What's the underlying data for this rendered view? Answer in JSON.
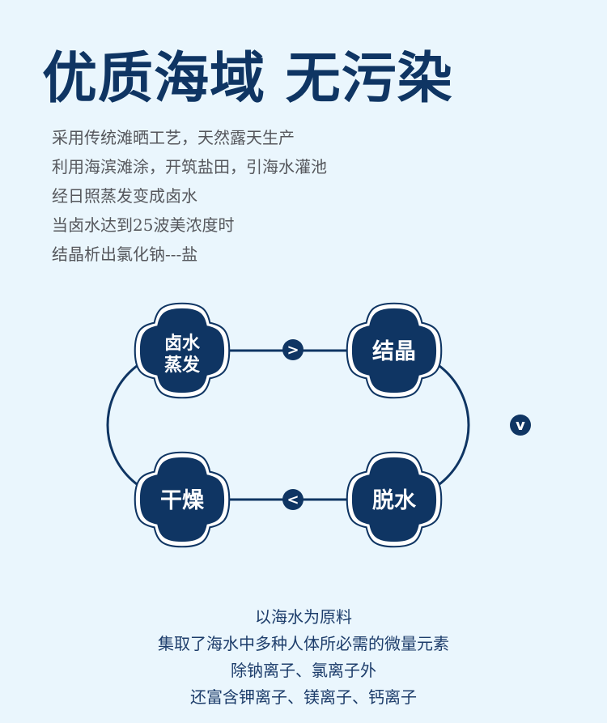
{
  "headline": "优质海域 无污染",
  "intro_lines": [
    "采用传统滩晒工艺，天然露天生产",
    "利用海滨滩涂，开筑盐田，引海水灌池",
    "经日照蒸发变成卤水",
    "当卤水达到25波美浓度时",
    "结晶析出氯化钠---盐"
  ],
  "process": {
    "steps": [
      {
        "lines": [
          "卤水",
          "蒸发"
        ]
      },
      {
        "lines": [
          "结晶"
        ]
      },
      {
        "lines": [
          "脱水"
        ]
      },
      {
        "lines": [
          "干燥"
        ]
      }
    ],
    "arrows": [
      ">",
      "v",
      "<"
    ]
  },
  "footer_lines": [
    "以海水为原料",
    "集取了海水中多种人体所必需的微量元素",
    "除钠离子、氯离子外",
    "还富含钾离子、镁离子、钙离子"
  ],
  "colors": {
    "background": "#eaf6fd",
    "navy": "#0f3563",
    "text_gray": "#55575c"
  }
}
